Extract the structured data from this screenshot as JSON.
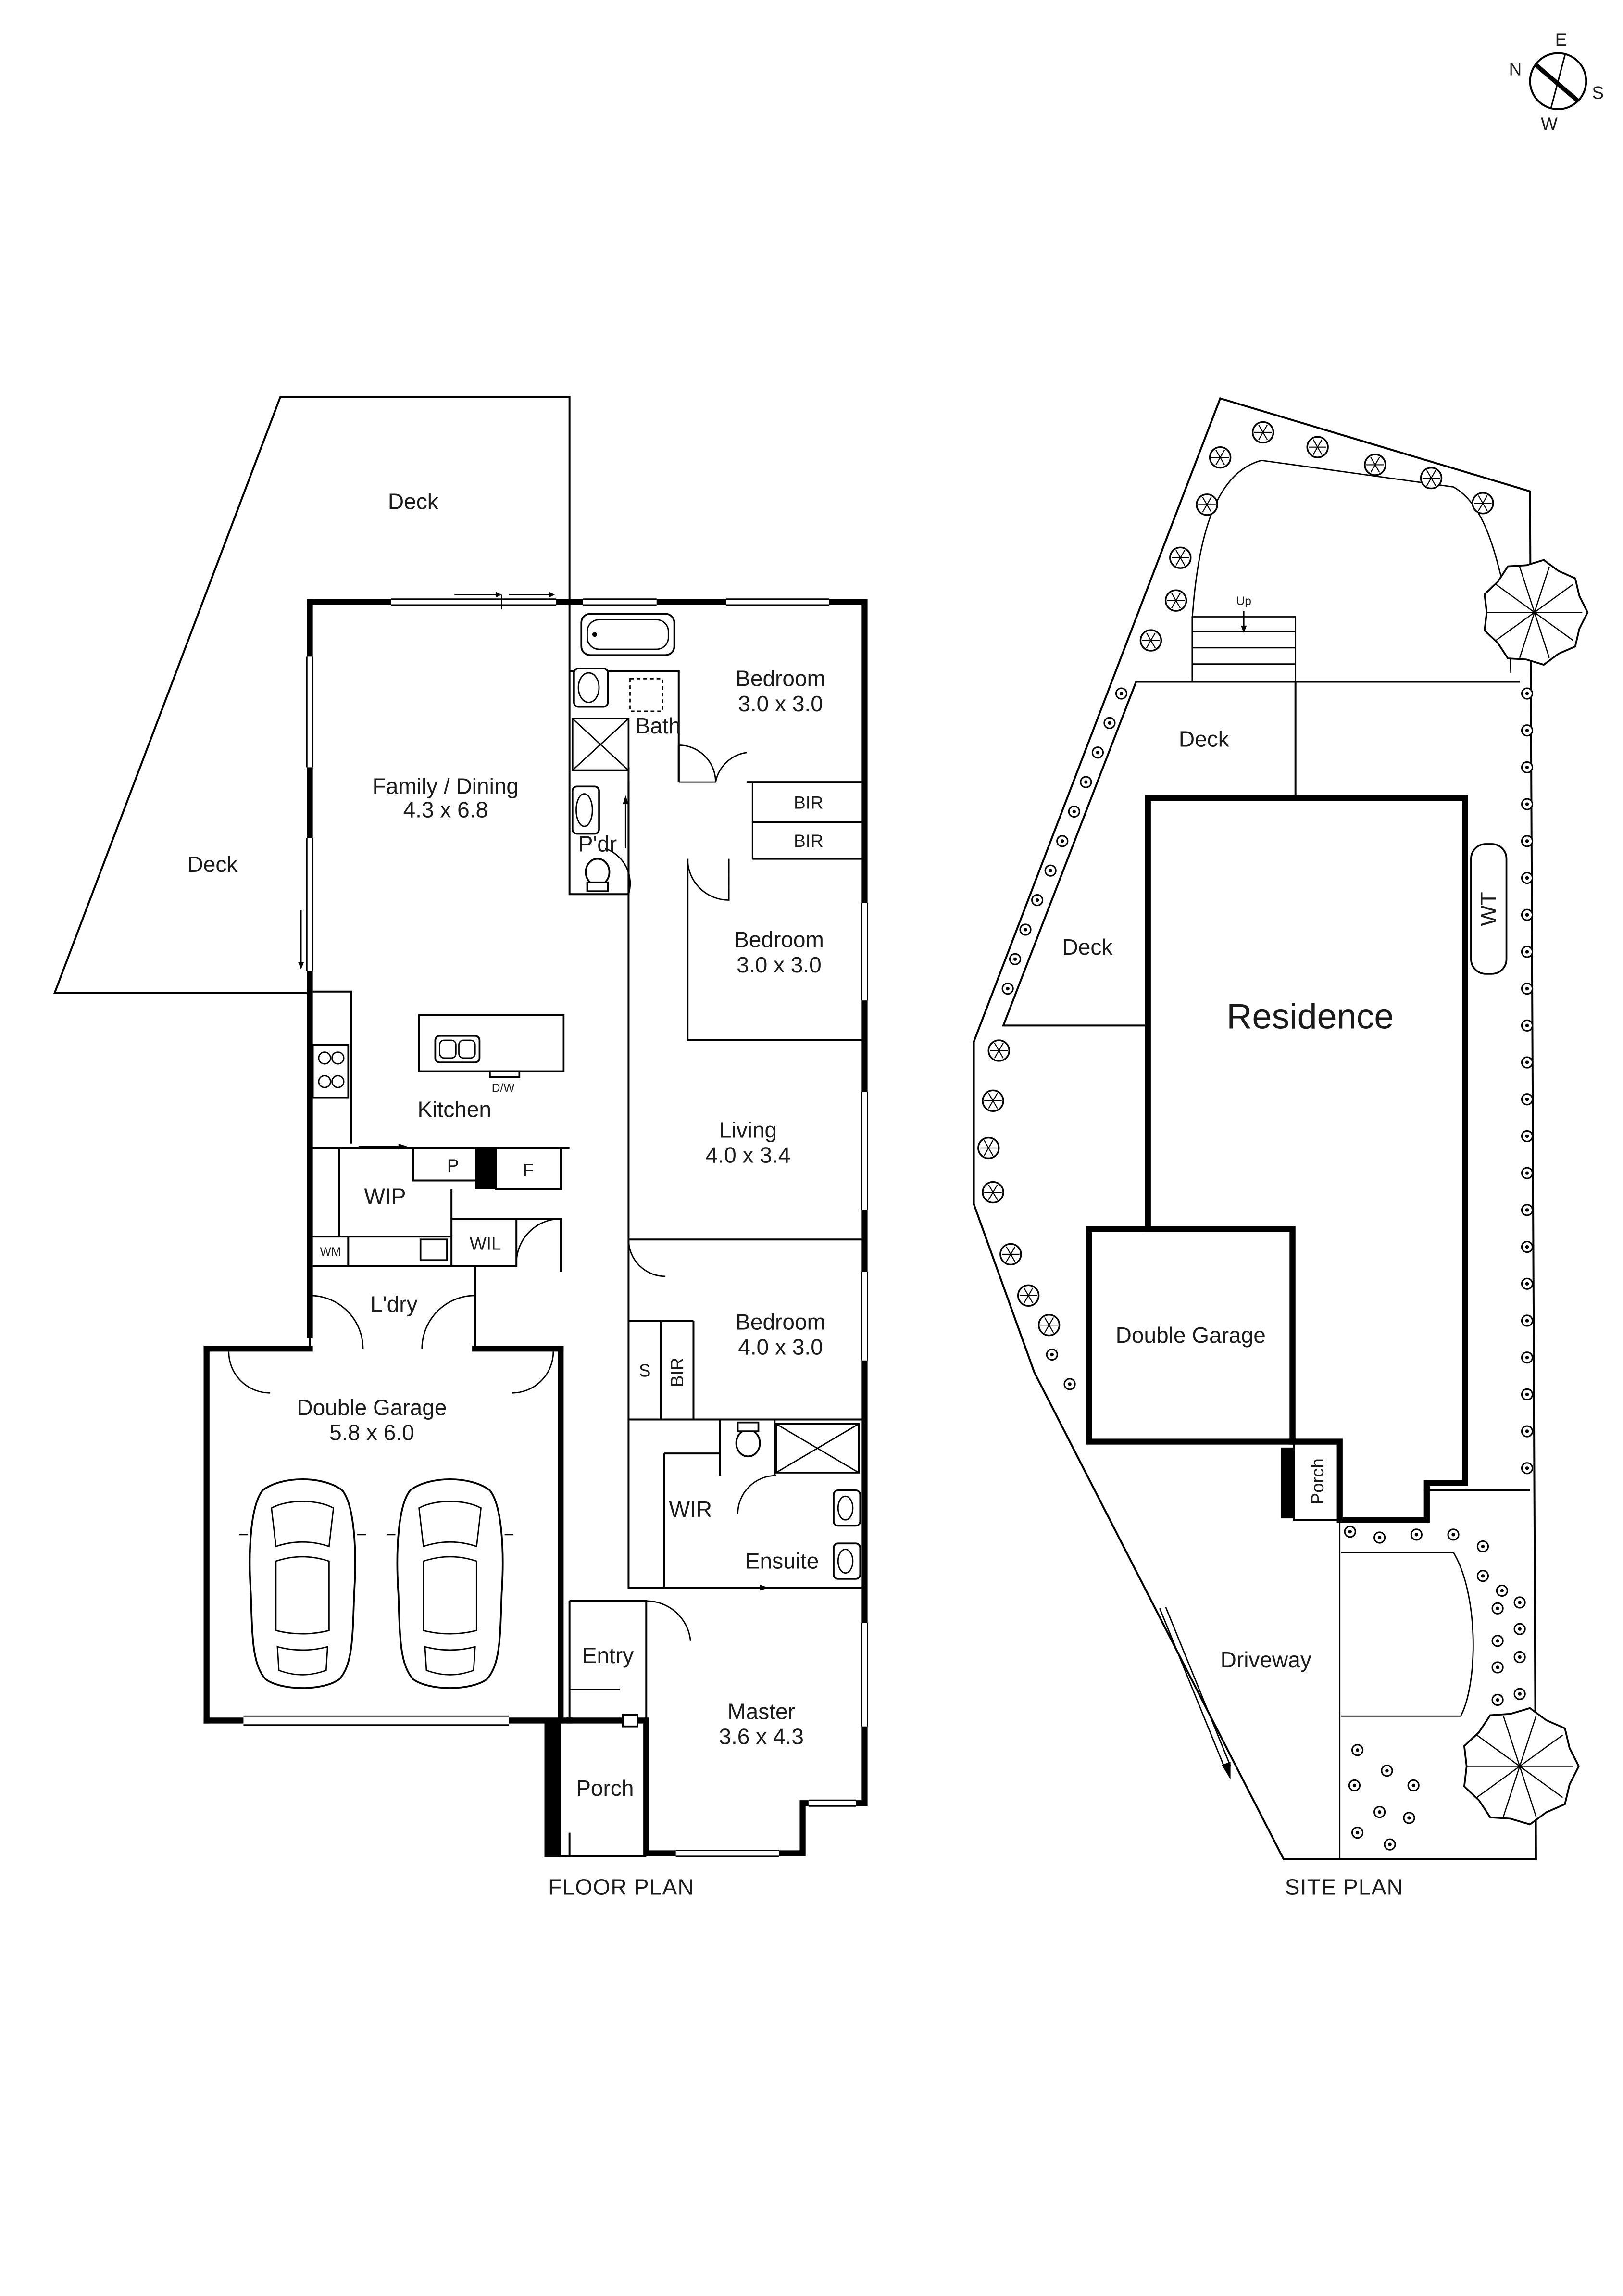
{
  "compass": {
    "n": "N",
    "e": "E",
    "s": "S",
    "w": "W"
  },
  "floor_plan": {
    "caption": "FLOOR PLAN",
    "rooms": {
      "deck_top": {
        "name": "Deck"
      },
      "deck_left": {
        "name": "Deck"
      },
      "family": {
        "name": "Family / Dining",
        "dims": "4.3 x 6.8"
      },
      "bedroom1": {
        "name": "Bedroom",
        "dims": "3.0 x 3.0"
      },
      "bath": {
        "name": "Bath"
      },
      "powder": {
        "name": "P'dr"
      },
      "bir1": {
        "name": "BIR"
      },
      "bir2": {
        "name": "BIR"
      },
      "bedroom2": {
        "name": "Bedroom",
        "dims": "3.0 x 3.0"
      },
      "kitchen": {
        "name": "Kitchen",
        "dw": "D/W"
      },
      "living": {
        "name": "Living",
        "dims": "4.0 x 3.4"
      },
      "pantry": {
        "name": "P"
      },
      "fridge": {
        "name": "F"
      },
      "wip": {
        "name": "WIP"
      },
      "wil": {
        "name": "WIL"
      },
      "wm": {
        "name": "WM"
      },
      "laundry": {
        "name": "L'dry"
      },
      "bedroom3": {
        "name": "Bedroom",
        "dims": "4.0 x 3.0"
      },
      "store": {
        "name": "S"
      },
      "bir3": {
        "name": "BIR"
      },
      "garage": {
        "name": "Double Garage",
        "dims": "5.8 x 6.0"
      },
      "wir": {
        "name": "WIR"
      },
      "ensuite": {
        "name": "Ensuite"
      },
      "entry": {
        "name": "Entry"
      },
      "master": {
        "name": "Master",
        "dims": "3.6 x 4.3"
      },
      "porch": {
        "name": "Porch"
      }
    }
  },
  "site_plan": {
    "caption": "SITE PLAN",
    "labels": {
      "up": "Up",
      "deck_top": "Deck",
      "deck_side": "Deck",
      "residence": "Residence",
      "water_tank": "WT",
      "garage": "Double Garage",
      "porch": "Porch",
      "driveway": "Driveway"
    }
  }
}
